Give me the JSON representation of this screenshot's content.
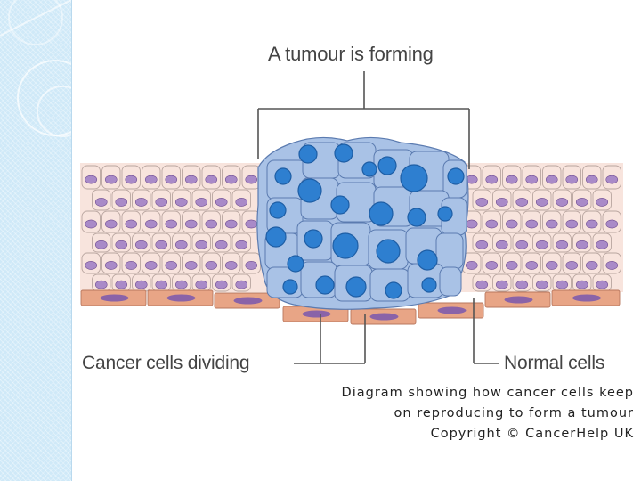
{
  "slide": {
    "title": "A tumour is forming",
    "labels": {
      "cancer_cells": "Cancer cells dividing",
      "normal_cells": "Normal cells"
    },
    "caption": [
      "Diagram showing how cancer cells keep",
      "on reproducing to form a tumour",
      "Copyright © CancerHelp UK"
    ]
  },
  "colors": {
    "sidebar": "#cfe9f8",
    "normal_cell_fill": "#f8e4dd",
    "normal_cell_stroke": "#b9a6a0",
    "normal_nucleus": "#a98ac8",
    "basal_layer": "#e8a586",
    "basal_nucleus": "#8a63a8",
    "tumour_cell_fill": "#a9c2e6",
    "tumour_cell_stroke": "#5b7bb0",
    "tumour_nucleus": "#2e7fd0",
    "leader_line": "#555555",
    "text": "#444444"
  }
}
